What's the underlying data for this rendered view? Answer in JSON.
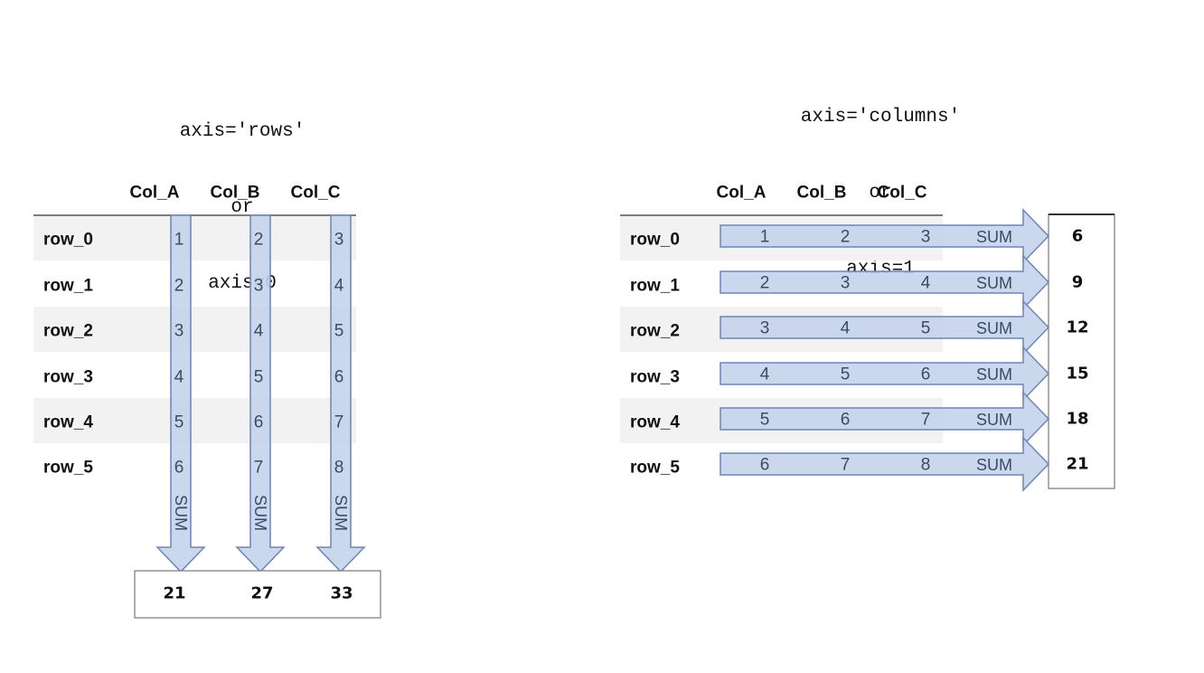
{
  "left_panel": {
    "caption": [
      "axis='rows'",
      "or",
      "axis=0"
    ],
    "columns": [
      "Col_A",
      "Col_B",
      "Col_C"
    ],
    "rows": [
      "row_0",
      "row_1",
      "row_2",
      "row_3",
      "row_4",
      "row_5"
    ],
    "values": [
      [
        1,
        2,
        3
      ],
      [
        2,
        3,
        4
      ],
      [
        3,
        4,
        5
      ],
      [
        4,
        5,
        6
      ],
      [
        5,
        6,
        7
      ],
      [
        6,
        7,
        8
      ]
    ],
    "arrow_label": "SUM",
    "sums": [
      "21",
      "27",
      "33"
    ]
  },
  "right_panel": {
    "caption": [
      "axis='columns'",
      "or",
      "axis=1"
    ],
    "columns": [
      "Col_A",
      "Col_B",
      "Col_C"
    ],
    "rows": [
      "row_0",
      "row_1",
      "row_2",
      "row_3",
      "row_4",
      "row_5"
    ],
    "values": [
      [
        1,
        2,
        3
      ],
      [
        2,
        3,
        4
      ],
      [
        3,
        4,
        5
      ],
      [
        4,
        5,
        6
      ],
      [
        5,
        6,
        7
      ],
      [
        6,
        7,
        8
      ]
    ],
    "arrow_label": "SUM",
    "sums": [
      "6",
      "9",
      "12",
      "15",
      "18",
      "21"
    ]
  },
  "colors": {
    "arrow_fill": "#c5d3ea",
    "arrow_stroke": "#6d86b6",
    "stripe": "#f2f2f2",
    "text": "#111111",
    "cell_text": "#3b4a66"
  }
}
